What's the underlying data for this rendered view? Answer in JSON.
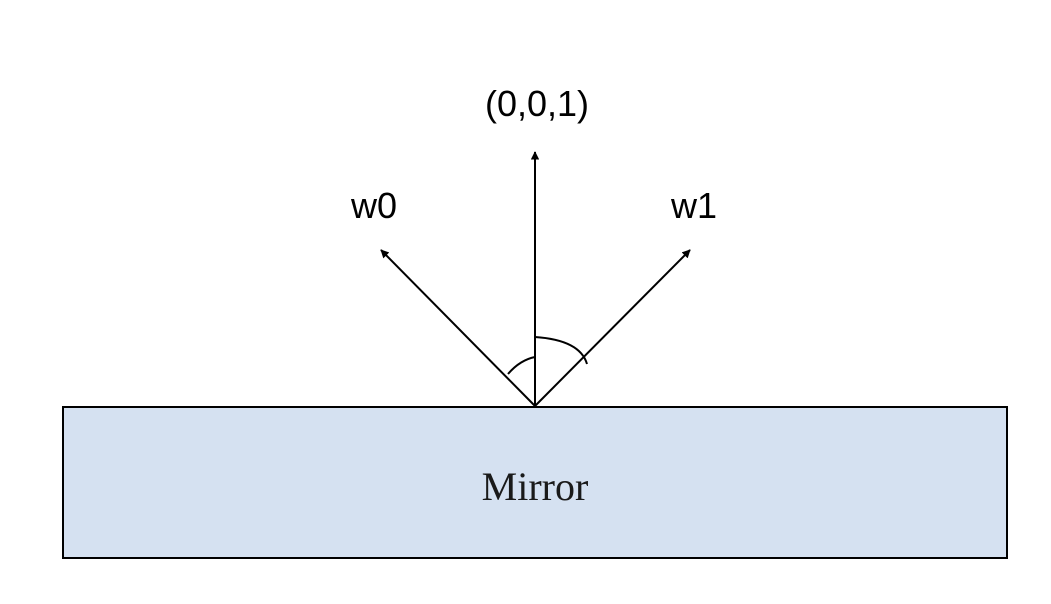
{
  "diagram": {
    "labels": {
      "normal": "(0,0,1)",
      "incoming": "w0",
      "outgoing": "w1",
      "surface": "Mirror"
    },
    "colors": {
      "surface_fill": "#d5e1f1",
      "stroke": "#000000",
      "background": "#ffffff"
    }
  }
}
